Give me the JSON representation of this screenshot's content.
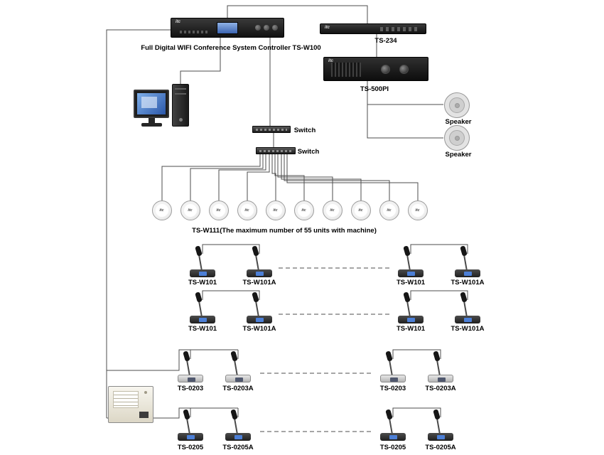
{
  "brand": "itc",
  "controller": {
    "label": "Full Digital WIFI Conference System Controller TS-W100"
  },
  "rack_ts234": {
    "label": "TS-234"
  },
  "amplifier": {
    "label": "TS-500PI"
  },
  "speakers": {
    "top": "Speaker",
    "bottom": "Speaker"
  },
  "switches": {
    "first": "Switch",
    "second": "Switch"
  },
  "ceiling_units": {
    "label": "TS-W111(The maximum number of 55 units with machine)",
    "count": 10
  },
  "devices": {
    "mic_rows": [
      {
        "mics": [
          "TS-W101",
          "TS-W101A",
          "TS-W101",
          "TS-W101A"
        ]
      },
      {
        "mics": [
          "TS-W101",
          "TS-W101A",
          "TS-W101",
          "TS-W101A"
        ]
      },
      {
        "mics": [
          "TS-0203",
          "TS-0203A",
          "TS-0203",
          "TS-0203A"
        ]
      },
      {
        "mics": [
          "TS-0205",
          "TS-0205A",
          "TS-0205",
          "TS-0205A"
        ]
      }
    ]
  }
}
